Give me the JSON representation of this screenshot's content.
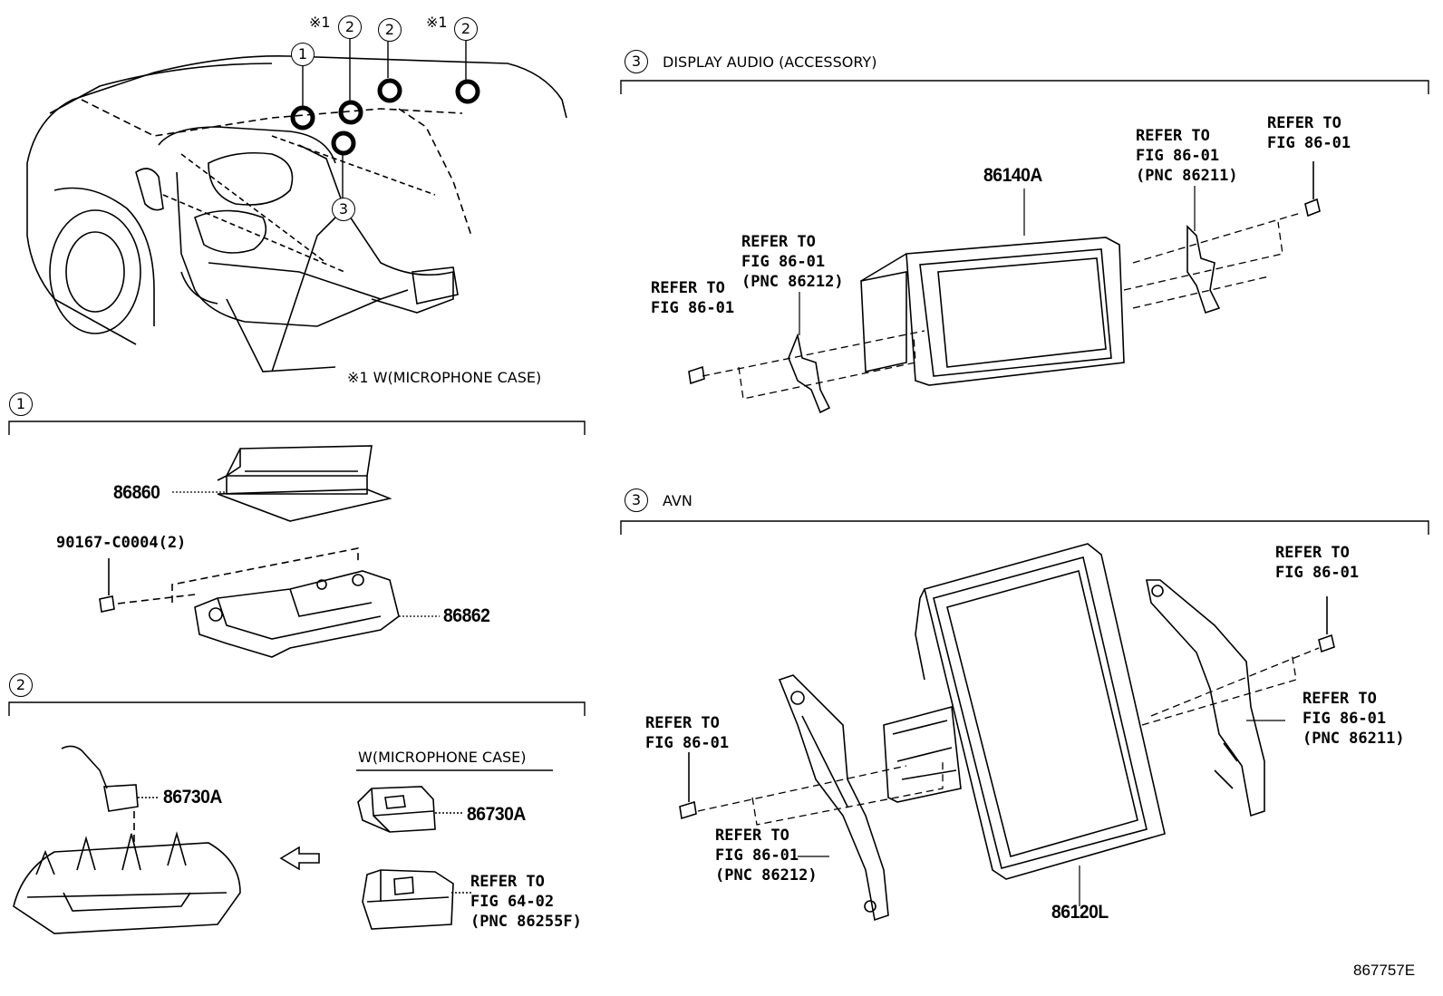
{
  "overview": {
    "markers": [
      "1",
      "2",
      "2",
      "2",
      "3"
    ],
    "note_symbols": [
      "※1",
      "※1"
    ],
    "note_text": "※1 W(MICROPHONE CASE)"
  },
  "section1": {
    "index": "1",
    "parts": {
      "ecu": "86860",
      "bolt": "90167-C0004(2)",
      "bracket": "86862"
    }
  },
  "section2": {
    "index": "2",
    "parts": {
      "mic_left": "86730A",
      "mic_right": "86730A"
    },
    "variant_title": "W(MICROPHONE CASE)",
    "refer": "REFER TO\nFIG 64-02\n(PNC 86255F)"
  },
  "section3a": {
    "index": "3",
    "title": "DISPLAY AUDIO (ACCESSORY)",
    "part": "86140A",
    "refer_bolt_left": "REFER TO\nFIG 86-01",
    "refer_bracket_left": "REFER TO\nFIG 86-01\n(PNC 86212)",
    "refer_bracket_right": "REFER TO\nFIG 86-01\n(PNC 86211)",
    "refer_bolt_right": "REFER TO\nFIG 86-01"
  },
  "section3b": {
    "index": "3",
    "title": "AVN",
    "part": "86120L",
    "refer_bolt_left": "REFER TO\nFIG 86-01",
    "refer_bracket_left": "REFER TO\nFIG 86-01\n(PNC 86212)",
    "refer_bolt_right": "REFER TO\nFIG 86-01",
    "refer_bracket_right": "REFER TO\nFIG 86-01\n(PNC 86211)"
  },
  "figure_id": "867757E"
}
